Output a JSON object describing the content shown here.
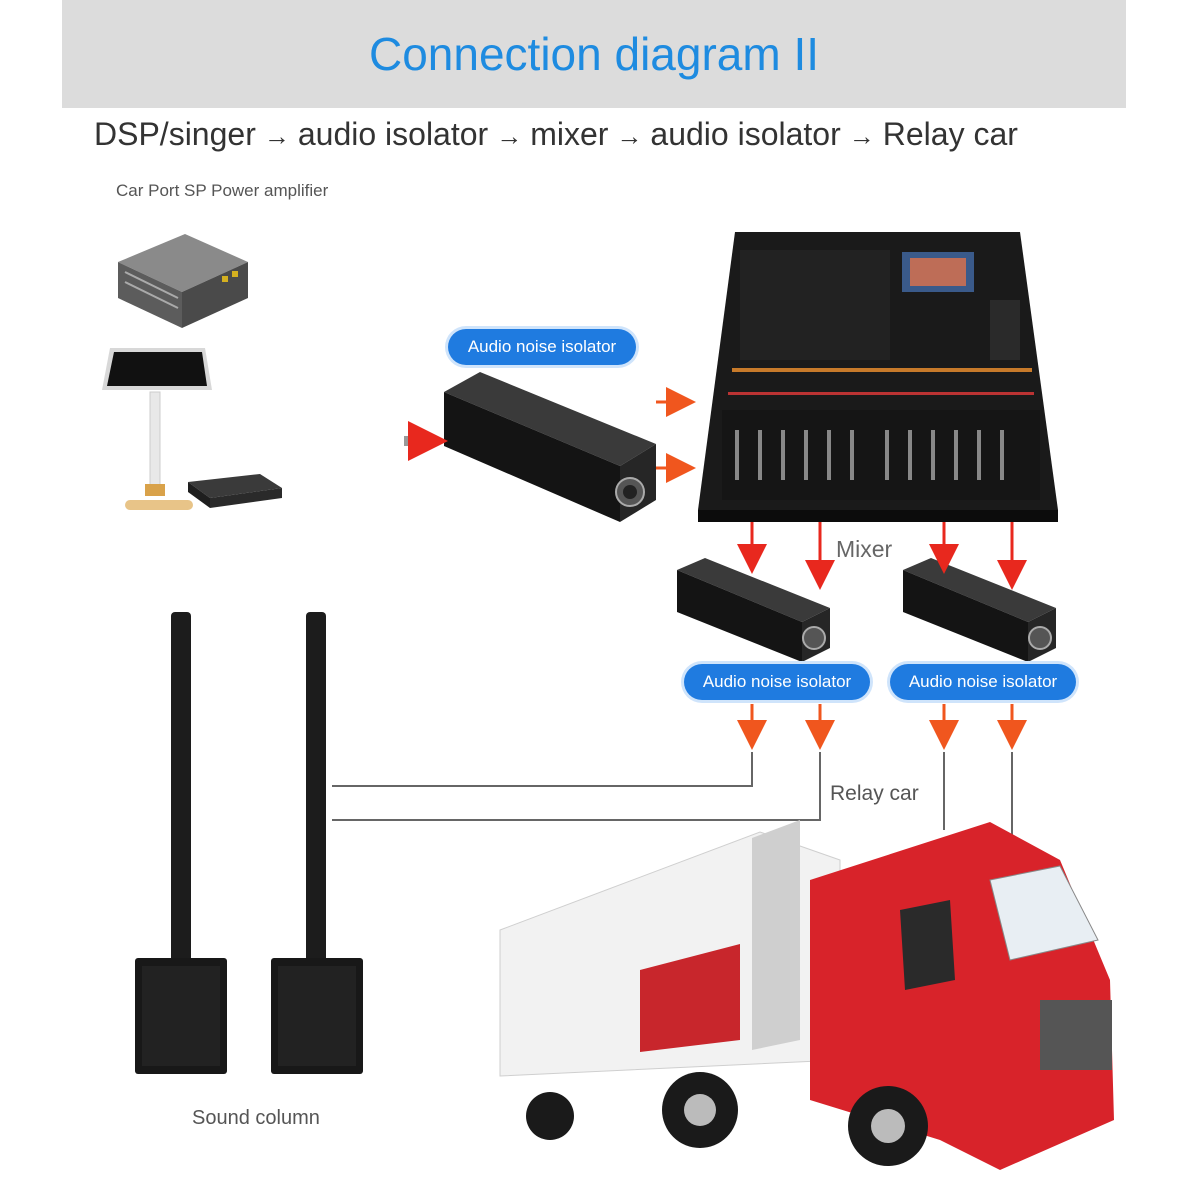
{
  "title": "Connection diagram II",
  "flow": {
    "steps": [
      "DSP/singer",
      "audio isolator",
      "mixer",
      "audio isolator",
      "Relay car"
    ],
    "arrow": "→"
  },
  "labels": {
    "amplifier": "Car Port SP Power amplifier",
    "mixer": "Mixer",
    "relay_car": "Relay car",
    "sound_column": "Sound column"
  },
  "isolator_pills": [
    "Audio noise isolator",
    "Audio noise isolator",
    "Audio noise isolator"
  ],
  "colors": {
    "title": "#1e8be0",
    "title_bar": "#dcdcdc",
    "pill": "#1f7be0",
    "signal_arrow": "#e8281e",
    "truck_cab": "#d8232a"
  }
}
